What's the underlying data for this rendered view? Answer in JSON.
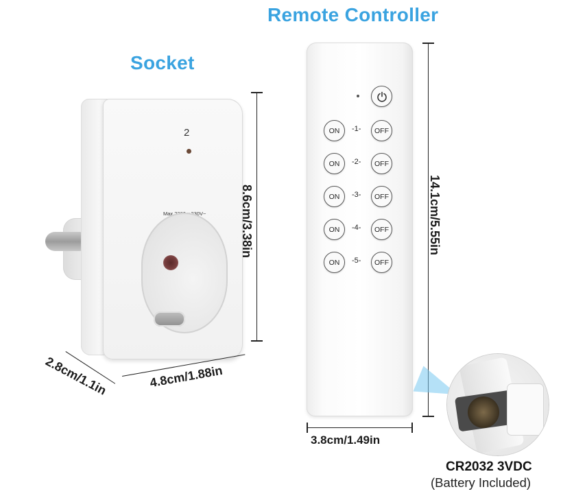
{
  "headings": {
    "socket": "Socket",
    "remote": "Remote Controller"
  },
  "socket": {
    "channel_number": "2",
    "rating_label": "Max.2300w 230V~",
    "height_label": "8.6cm/3.38in",
    "width_label": "4.8cm/1.88in",
    "depth_label": "2.8cm/1.1in"
  },
  "remote": {
    "rows": [
      {
        "channel": "-1-",
        "on": "ON",
        "off": "OFF"
      },
      {
        "channel": "-2-",
        "on": "ON",
        "off": "OFF"
      },
      {
        "channel": "-3-",
        "on": "ON",
        "off": "OFF"
      },
      {
        "channel": "-4-",
        "on": "ON",
        "off": "OFF"
      },
      {
        "channel": "-5-",
        "on": "ON",
        "off": "OFF"
      }
    ],
    "height_label": "14.1cm/5.55in",
    "width_label": "3.8cm/1.49in"
  },
  "battery": {
    "type": "CR2032 3VDC",
    "note": "(Battery Included)"
  },
  "colors": {
    "heading": "#3aa3e0",
    "text": "#1a1a1a"
  },
  "icons": {
    "power": "power-icon"
  }
}
